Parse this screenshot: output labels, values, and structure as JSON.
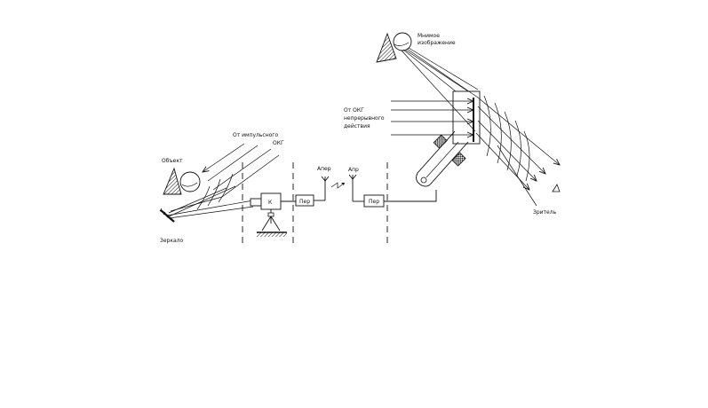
{
  "labels": {
    "from_pulse_laser_1": "От  импульсного",
    "from_pulse_laser_2": "ОКГ",
    "object": "Объект",
    "mirror": "Зеркало",
    "camera_block": "К",
    "transmitter_block": "Пер",
    "antenna_tx": "Апер",
    "antenna_rx": "Апр",
    "receiver_block": "Пер",
    "virtual_image_1": "Мнимое",
    "virtual_image_2": "изображение",
    "from_cw_laser_1": "От  ОКГ",
    "from_cw_laser_2": "непрерывного",
    "from_cw_laser_3": "действия",
    "viewer": "Зритель"
  }
}
